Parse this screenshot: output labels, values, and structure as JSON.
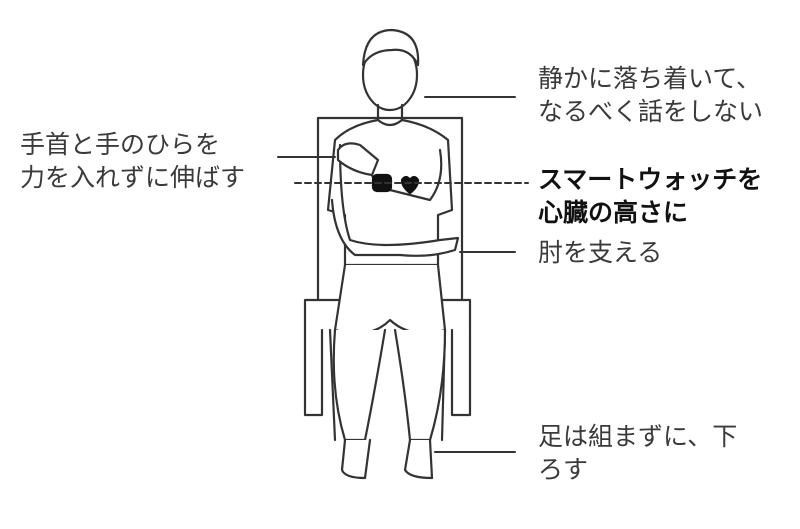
{
  "labels": {
    "quiet": [
      "静かに落ち着いて、",
      "なるべく話をしない"
    ],
    "wrist": [
      "手首と手のひらを",
      "力を入れずに伸ばす"
    ],
    "watch": [
      "スマートウォッチを",
      "心臓の高さに"
    ],
    "elbow": [
      "肘を支える"
    ],
    "feet": [
      "足は組まずに、下",
      "ろす"
    ]
  },
  "colors": {
    "line": "#333333",
    "text": "#3a3a3a",
    "emphasis": "#111111"
  }
}
